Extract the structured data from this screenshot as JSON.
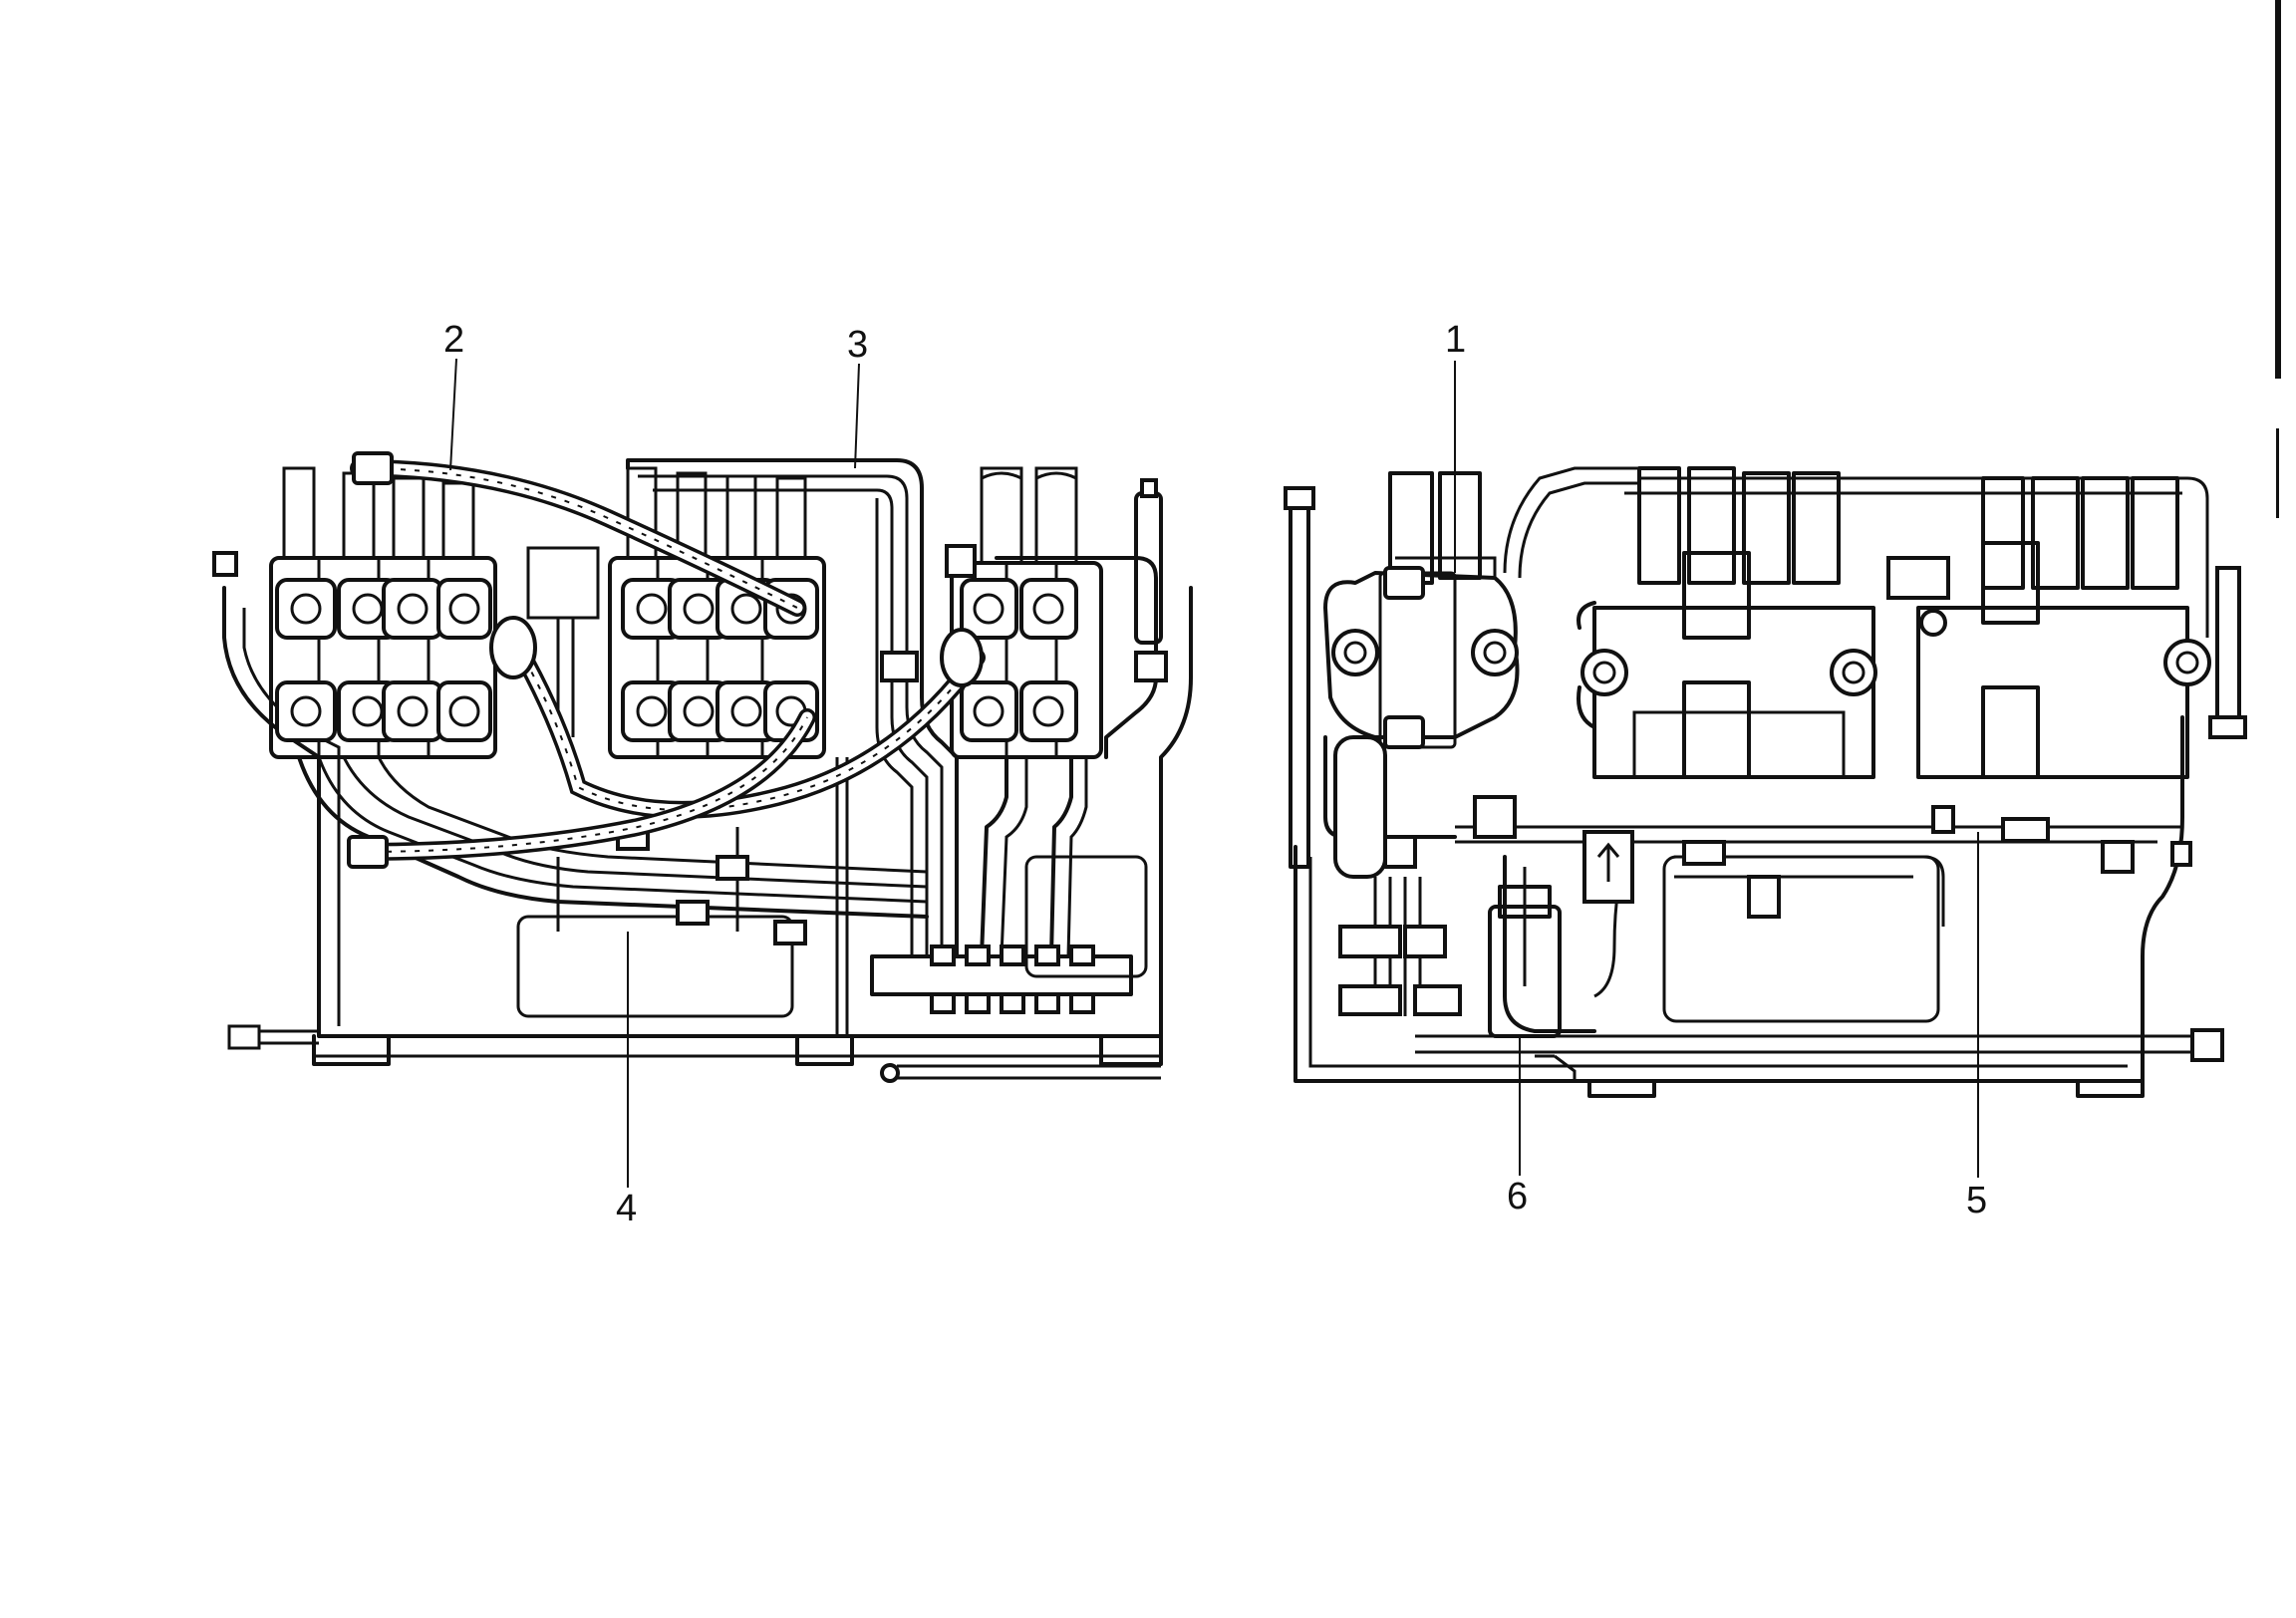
{
  "callouts": {
    "c1": "1",
    "c2": "2",
    "c3": "3",
    "c4": "4",
    "c5": "5",
    "c6": "6"
  },
  "views": {
    "left": {
      "callouts": [
        "2",
        "3",
        "4"
      ]
    },
    "right": {
      "callouts": [
        "1",
        "5",
        "6"
      ]
    }
  }
}
